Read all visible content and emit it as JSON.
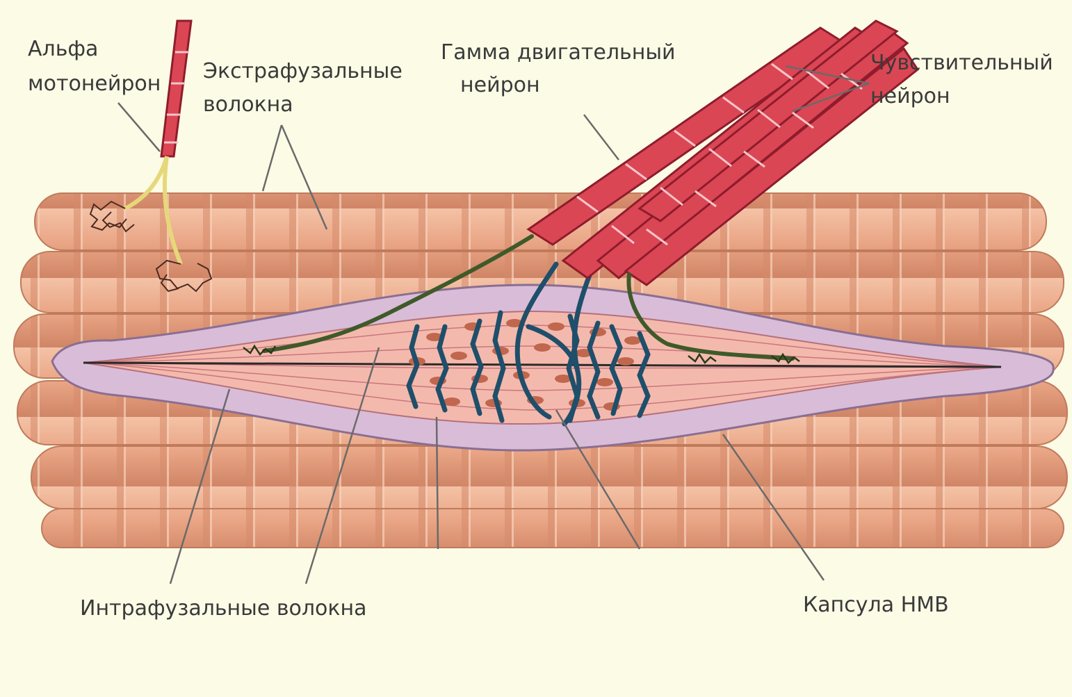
{
  "labels": {
    "alpha_line1": "Альфа",
    "alpha_line2": "мотонейрон",
    "extrafusal_line1": "Экстрафузальные",
    "extrafusal_line2": "волокна",
    "gamma_line1": "Гамма двигательный",
    "gamma_line2": "нейрон",
    "sensory_line1": "Чувствительный",
    "sensory_line2": "нейрон",
    "intrafusal": "Интрафузальные волокна",
    "capsule": "Капсула НМВ"
  },
  "colors": {
    "background": "#fbfbe6",
    "muscle_fiber": "#e8a98a",
    "muscle_fiber_stripe": "#d08a6c",
    "capsule": "#d7b8d6",
    "intrafusal": "#f2b7ad",
    "nerve_red": "#d9434e",
    "nerve_green": "#3f5a2a",
    "sensory_blue": "#1f4f6a",
    "alpha_axon": "#e8e08a",
    "label_text": "#3a3a3a",
    "leader_line": "#6a6a6a"
  }
}
